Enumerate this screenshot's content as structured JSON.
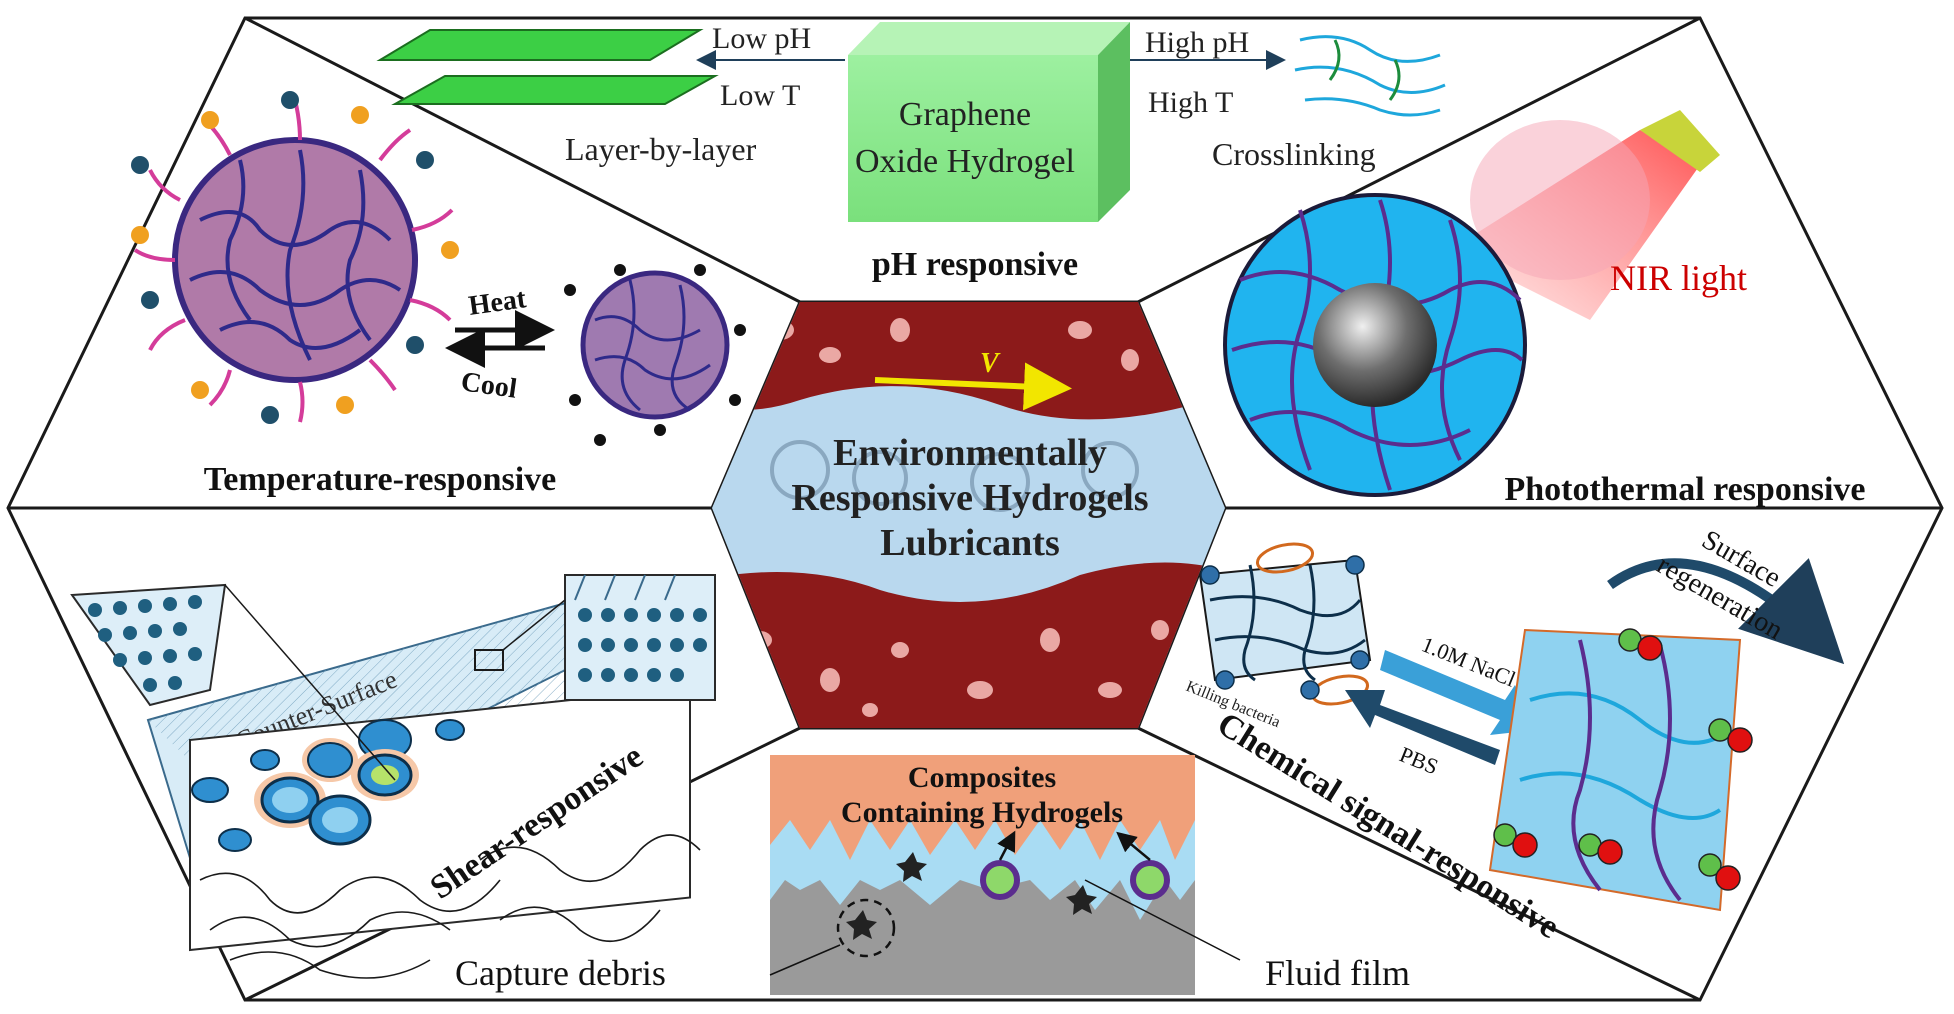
{
  "center": {
    "title_line1": "Environmentally",
    "title_line2": "Responsive Hydrogels",
    "title_line3": "Lubricants",
    "velocity_label": "V"
  },
  "ph_panel": {
    "title": "pH responsive",
    "cube_line1": "Graphene",
    "cube_line2": "Oxide Hydrogel",
    "low_ph": "Low pH",
    "low_t": "Low T",
    "high_ph": "High pH",
    "high_t": "High T",
    "layer_by_layer": "Layer-by-layer",
    "crosslinking": "Crosslinking"
  },
  "temperature_panel": {
    "title": "Temperature-responsive",
    "heat": "Heat",
    "cool": "Cool"
  },
  "photothermal_panel": {
    "title": "Photothermal responsive",
    "light_label": "NIR light"
  },
  "shear_panel": {
    "title": "Shear-responsive",
    "counter_surface": "Counter-Surface"
  },
  "composites_panel": {
    "title_line1": "Composites",
    "title_line2": "Containing  Hydrogels",
    "capture_debris": "Capture debris",
    "fluid_film": "Fluid film"
  },
  "chemical_panel": {
    "title": "Chemical signal-responsive",
    "killing_bacteria": "Killing bacteria",
    "nacl": "1.0M NaCl",
    "pbs": "PBS",
    "surface_regeneration_line1": "Surface",
    "surface_regeneration_line2": "regeneration"
  },
  "colors": {
    "hydrogel_blue": "#29b6f0",
    "network_purple": "#5b2d8e",
    "tissue_red": "#9e1b1b",
    "graphene_green": "#5fd35f",
    "composite_orange": "#f0a07a",
    "arrow_yellow": "#f2e600",
    "nir_red": "#cc0000"
  }
}
